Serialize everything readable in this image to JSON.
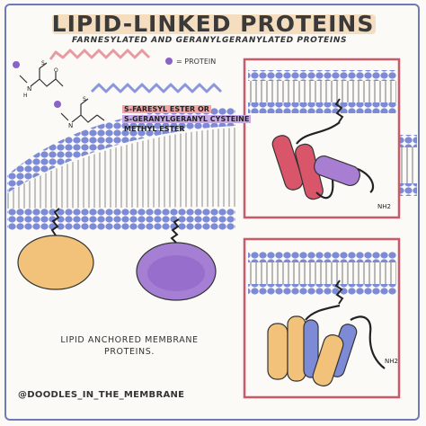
{
  "title": "LIPID-LINKED PROTEINS",
  "subtitle": "FARNESYLATED AND GERANYLGERANYLATED PROTEINS",
  "legend": {
    "protein_label": "= PROTEIN"
  },
  "ester_label": {
    "farnesyl": "S-FARESYL ESTER OR",
    "geranyl": "S-GERANYLGERANYL CYSTEINE",
    "methyl": "METHYL ESTER"
  },
  "caption": {
    "line1": "LIPID ANCHORED MEMBRANE",
    "line2": "PROTEINS."
  },
  "panels": {
    "top": {
      "nh2": "NH2"
    },
    "bottom": {
      "nh2": "NH2"
    }
  },
  "credit": "@DOODLES_IN_THE_MEMBRANE",
  "colors": {
    "frame": "#6e7bbb",
    "lipid_head": "#7d8bd6",
    "panel_border": "#c95a6a",
    "red_helix": "#d9566a",
    "purple_helix": "#a87ed2",
    "yellow_protein": "#f2c27a",
    "purple_protein": "#a57fd4",
    "farnesyl_chain": "#e89aa3",
    "geranyl_chain": "#8a97d8"
  }
}
